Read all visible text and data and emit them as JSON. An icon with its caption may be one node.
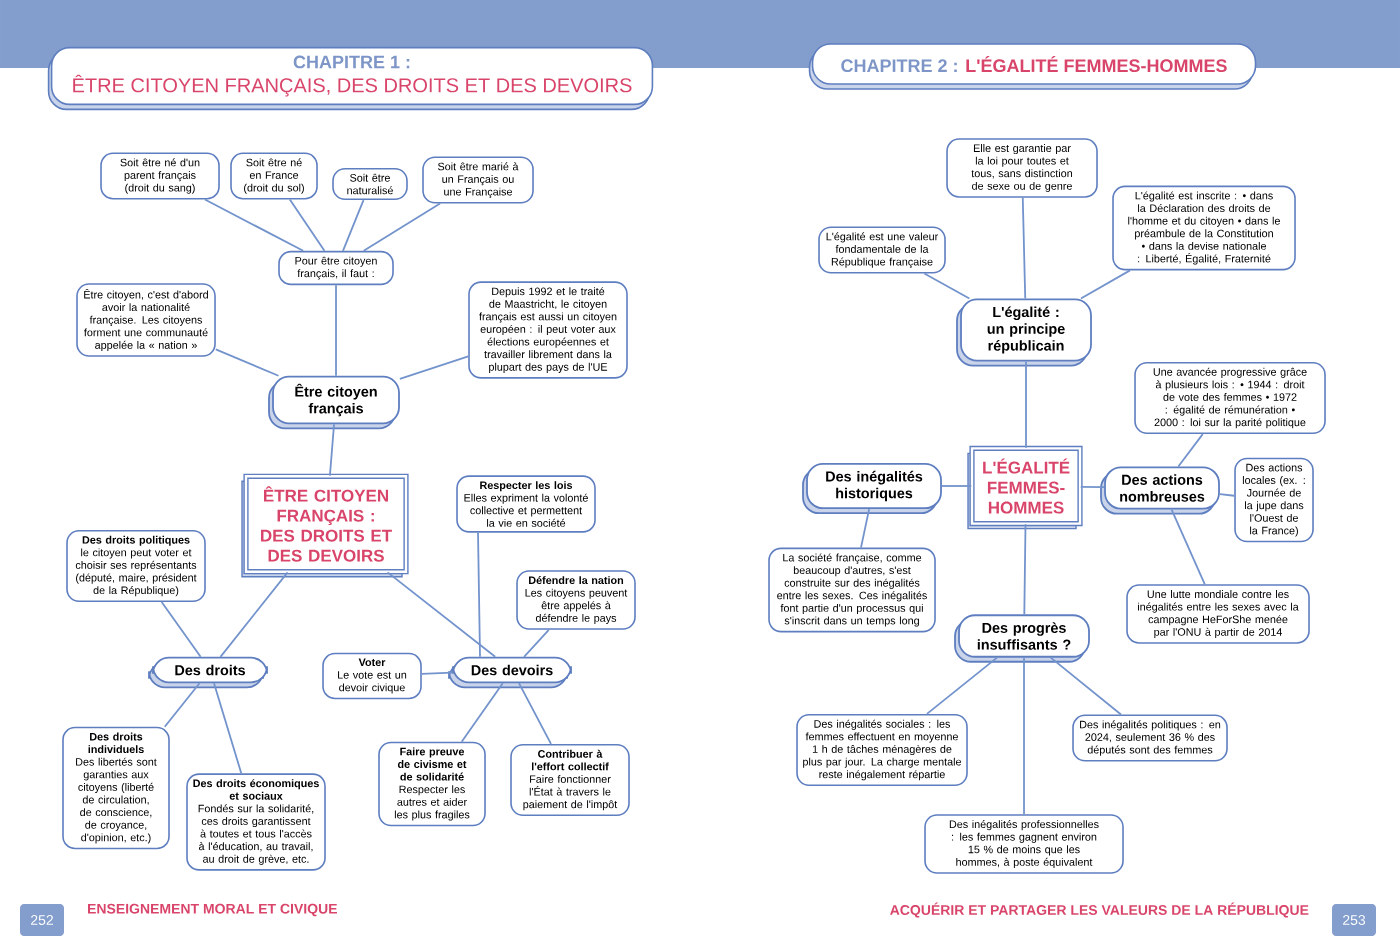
{
  "diagram": {
    "nodes": [
      {
        "text": [
          "Soit être né d'un parent français (droit du sang)"
        ]
      },
      {
        "text": [
          "Soit être né en France (droit du sol)"
        ]
      },
      {
        "text": [
          "Soit être naturalisé"
        ]
      },
      {
        "text": [
          "Soit être marié à un Français ou une Française"
        ]
      },
      {
        "text": [
          "Pour être citoyen français, il faut :"
        ]
      },
      {
        "text": [
          "Être citoyen, c'est d'abord avoir la nationalité française. Les citoyens forment une communauté appelée la « nation »"
        ]
      },
      {
        "text": [
          "Depuis 1992 et le traité de Maastricht, le citoyen français est aussi un citoyen européen : il peut voter aux élections européennes et travailler librement dans la plupart des pays de l'UE"
        ]
      },
      {
        "text": [
          "Être citoyen français"
        ]
      },
      {
        "text": [
          "ÊTRE CITOYEN FRANÇAIS : DES DROITS ET DES DEVOIRS"
        ]
      },
      {
        "text": [
          "Des droits politiques",
          "le citoyen peut voter et choisir ses représentants (député, maire, président de la République)"
        ]
      },
      {
        "text": [
          "Respecter les lois",
          "Elles expriment la volonté collective et permettent la vie en société"
        ]
      },
      {
        "text": [
          "Défendre la nation",
          "Les citoyens peuvent être appelés à défendre le pays"
        ]
      },
      {
        "text": [
          "Des droits"
        ]
      },
      {
        "text": [
          "Voter",
          "Le vote est un devoir civique"
        ]
      },
      {
        "text": [
          "Des devoirs"
        ]
      },
      {
        "text": [
          "Des droits individuels",
          "Des libertés sont garanties aux citoyens (liberté de circulation, de conscience, de croyance, d'opinion, etc.)"
        ]
      },
      {
        "text": [
          "Des droits économiques et sociaux",
          "Fondés sur la solidarité, ces droits garantissent à toutes et tous l'accès à l'éducation, au travail, au droit de grève, etc."
        ]
      },
      {
        "text": [
          "Faire preuve de civisme et de solidarité",
          "Respecter les autres et aider les plus fragiles"
        ]
      },
      {
        "text": [
          "Contribuer à l'effort collectif",
          "Faire fonctionner l'État à travers le paiement de l'impôt"
        ]
      },
      {
        "text": [
          "Elle est garantie par la loi pour toutes et tous, sans distinction de sexe ou de genre"
        ]
      },
      {
        "text": [
          "L'égalité est une valeur fondamentale de la République française"
        ]
      },
      {
        "text": [
          "L'égalité est inscrite : • dans la Déclaration des droits de l'homme et du citoyen • dans le préambule de la Constitution • dans la devise nationale : Liberté, Égalité, Fraternité"
        ]
      },
      {
        "text": [
          "L'égalité : un principe républicain"
        ]
      },
      {
        "text": [
          "Une avancée progressive grâce à plusieurs lois : • 1944 : droit de vote des femmes • 1972 : égalité de rémunération • 2000 : loi sur la parité politique"
        ]
      },
      {
        "text": [
          "L'ÉGALITÉ FEMMES-HOMMES"
        ]
      },
      {
        "text": [
          "Des inégalités historiques"
        ]
      },
      {
        "text": [
          "Des actions nombreuses"
        ]
      },
      {
        "text": [
          "Des actions locales (ex. : Journée de la jupe dans l'Ouest de la France)"
        ]
      },
      {
        "text": [
          "La société française, comme beaucoup d'autres, s'est construite sur des inégalités entre les sexes. Ces inégalités font partie d'un processus qui s'inscrit dans un temps long"
        ]
      },
      {
        "text": [
          "Une lutte mondiale contre les inégalités entre les sexes avec la campagne HeForShe menée par l'ONU à partir de 2014"
        ]
      },
      {
        "text": [
          "Des progrès insuffisants ?"
        ]
      },
      {
        "text": [
          "Des inégalités sociales : les femmes effectuent en moyenne 1 h de tâches ménagères de plus par jour. La charge mentale reste inégalement répartie"
        ]
      },
      {
        "text": [
          "Des inégalités politiques : en 2024, seulement 36 % des députés sont des femmes"
        ]
      },
      {
        "text": [
          "Des inégalités professionnelles : les femmes gagnent environ 15 % de moins que les hommes, à poste équivalent"
        ]
      }
    ],
    "edges": [
      {
        "from": 4,
        "to": 0,
        "arrow": "none"
      },
      {
        "from": 4,
        "to": 1,
        "arrow": "none"
      },
      {
        "from": 4,
        "to": 2,
        "arrow": "none"
      },
      {
        "from": 4,
        "to": 3,
        "arrow": "none"
      },
      {
        "from": 7,
        "to": 4,
        "arrow": "none"
      },
      {
        "from": 7,
        "to": 5,
        "arrow": "none"
      },
      {
        "from": 7,
        "to": 6,
        "arrow": "none"
      },
      {
        "from": 8,
        "to": 7,
        "arrow": "none"
      },
      {
        "from": 8,
        "to": 12,
        "arrow": "none"
      },
      {
        "from": 8,
        "to": 14,
        "arrow": "none"
      },
      {
        "from": 12,
        "to": 9,
        "arrow": "none"
      },
      {
        "from": 12,
        "to": 15,
        "arrow": "none"
      },
      {
        "from": 12,
        "to": 16,
        "arrow": "none"
      },
      {
        "from": 14,
        "to": 10,
        "arrow": "none"
      },
      {
        "from": 14,
        "to": 11,
        "arrow": "none"
      },
      {
        "from": 14,
        "to": 13,
        "arrow": "none"
      },
      {
        "from": 14,
        "to": 17,
        "arrow": "none"
      },
      {
        "from": 14,
        "to": 18,
        "arrow": "none"
      },
      {
        "from": 22,
        "to": 19,
        "arrow": "none"
      },
      {
        "from": 22,
        "to": 20,
        "arrow": "none"
      },
      {
        "from": 22,
        "to": 21,
        "arrow": "none"
      },
      {
        "from": 24,
        "to": 22,
        "arrow": "none"
      },
      {
        "from": 24,
        "to": 25,
        "arrow": "none"
      },
      {
        "from": 24,
        "to": 26,
        "arrow": "none"
      },
      {
        "from": 24,
        "to": 30,
        "arrow": "none"
      },
      {
        "from": 25,
        "to": 28,
        "arrow": "none"
      },
      {
        "from": 26,
        "to": 23,
        "arrow": "none"
      },
      {
        "from": 26,
        "to": 27,
        "arrow": "none"
      },
      {
        "from": 26,
        "to": 29,
        "arrow": "none"
      },
      {
        "from": 30,
        "to": 31,
        "arrow": "none"
      },
      {
        "from": 30,
        "to": 32,
        "arrow": "none"
      },
      {
        "from": 30,
        "to": 33,
        "arrow": "none"
      }
    ],
    "labels": [
      "CHAPITRE 1 :",
      "ÊTRE CITOYEN FRANÇAIS, DES DROITS ET DES DEVOIRS",
      "CHAPITRE 2 :",
      "L'ÉGALITÉ FEMMES-HOMMES",
      "252",
      "ENSEIGNEMENT MORAL ET CIVIQUE",
      "ACQUÉRIR ET PARTAGER LES VALEURS DE LA RÉPUBLIQUE",
      "253"
    ]
  }
}
